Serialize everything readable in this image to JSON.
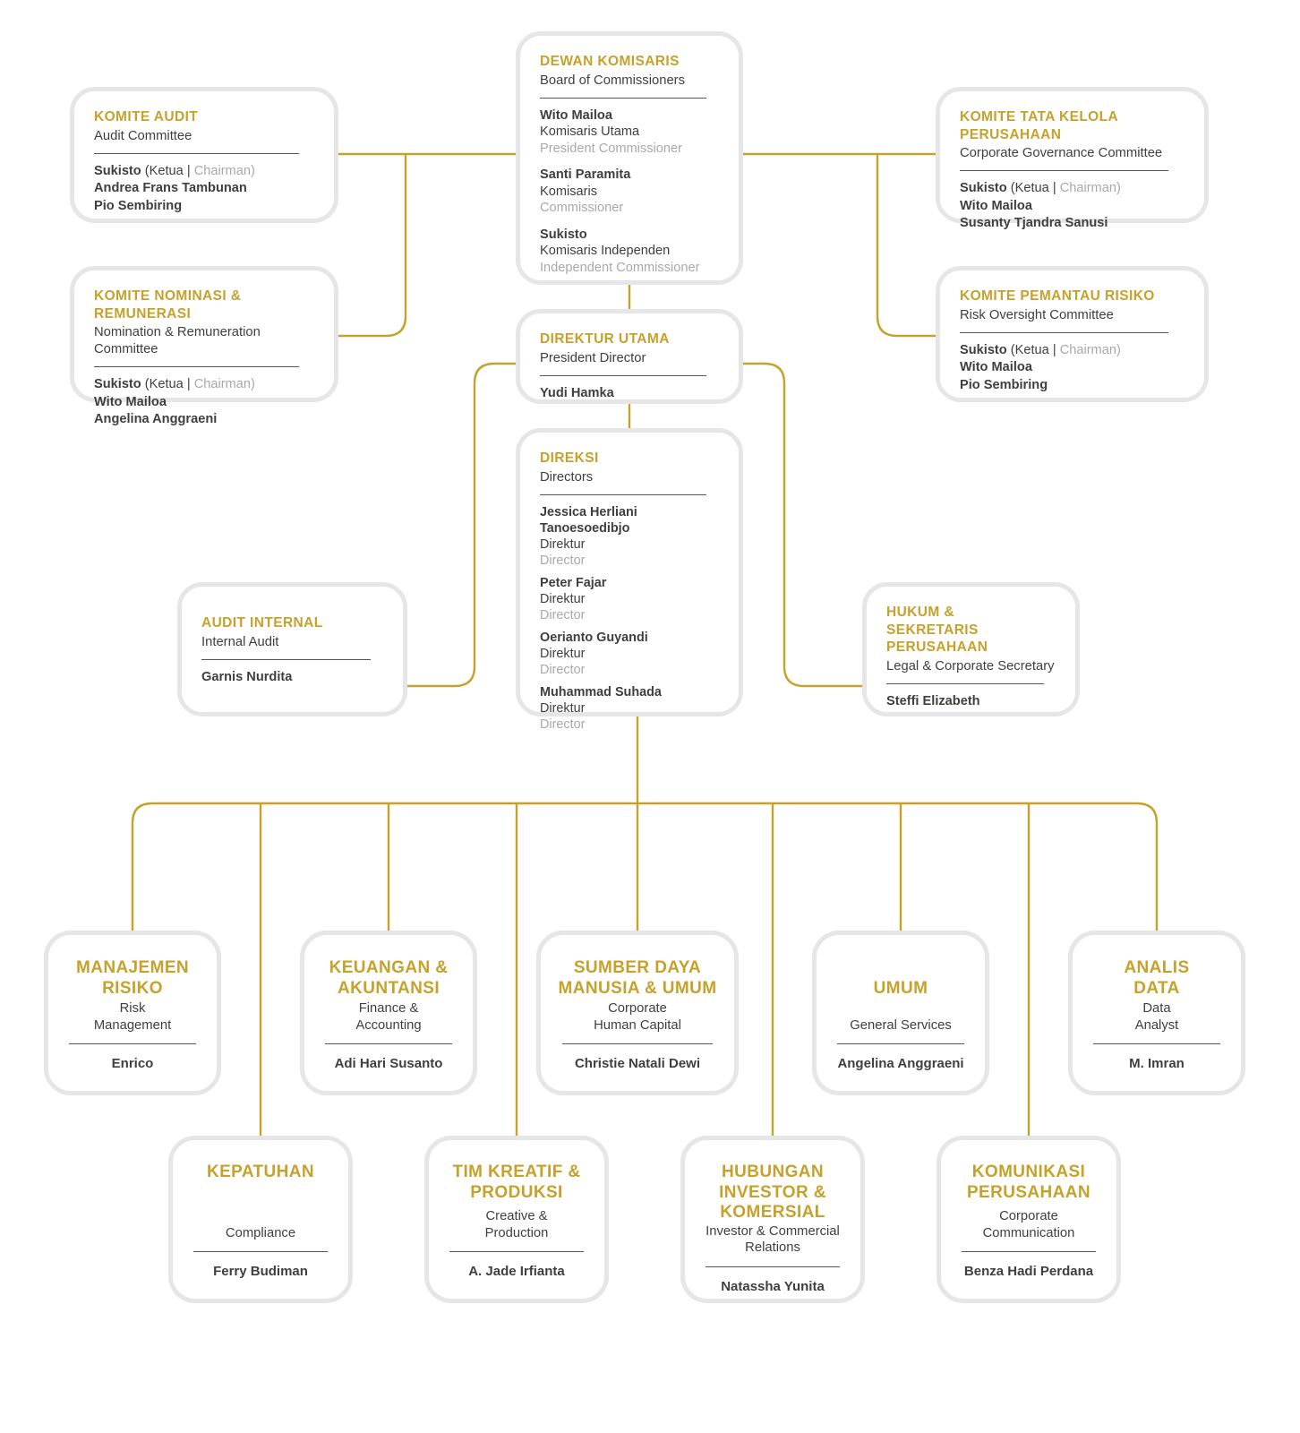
{
  "colors": {
    "gold": "#C6A12C",
    "dark": "#3F3F3E",
    "muted": "#A9A9AB",
    "border": "#E6E6E9"
  },
  "org": {
    "dewan_komisaris": {
      "title": "DEWAN KOMISARIS",
      "subtitle": "Board of Commissioners",
      "members": [
        {
          "name": "Wito Mailoa",
          "role_id": "Komisaris Utama",
          "role_en": "President Commissioner"
        },
        {
          "name": "Santi Paramita",
          "role_id": "Komisaris",
          "role_en": "Commissioner"
        },
        {
          "name": "Sukisto",
          "role_id": "Komisaris Independen",
          "role_en": "Independent Commissioner"
        }
      ]
    },
    "komite_audit": {
      "title": "KOMITE AUDIT",
      "subtitle": "Audit Committee",
      "chair": "Sukisto",
      "chair_note_id": "(Ketua |",
      "chair_note_en": "Chairman)",
      "members": [
        "Andrea Frans Tambunan",
        "Pio Sembiring"
      ]
    },
    "komite_nominasi": {
      "title": "KOMITE NOMINASI & REMUNERASI",
      "subtitle": "Nomination & Remuneration Committee",
      "chair": "Sukisto",
      "chair_note_id": "(Ketua |",
      "chair_note_en": "Chairman)",
      "members": [
        "Wito Mailoa",
        "Angelina Anggraeni"
      ]
    },
    "komite_tata_kelola": {
      "title": "KOMITE TATA KELOLA PERUSAHAAN",
      "subtitle": "Corporate Governance Committee",
      "chair": "Sukisto",
      "chair_note_id": "(Ketua |",
      "chair_note_en": "Chairman)",
      "members": [
        "Wito Mailoa",
        "Susanty Tjandra Sanusi"
      ]
    },
    "komite_pemantau": {
      "title": "KOMITE PEMANTAU RISIKO",
      "subtitle": "Risk Oversight Committee",
      "chair": "Sukisto",
      "chair_note_id": "(Ketua |",
      "chair_note_en": "Chairman)",
      "members": [
        "Wito Mailoa",
        "Pio Sembiring"
      ]
    },
    "direktur_utama": {
      "title": "DIREKTUR UTAMA",
      "subtitle": "President Director",
      "name": "Yudi Hamka"
    },
    "direksi": {
      "title": "DIREKSI",
      "subtitle": "Directors",
      "members": [
        {
          "name": "Jessica Herliani Tanoesoedibjo",
          "role_id": "Direktur",
          "role_en": "Director"
        },
        {
          "name": "Peter Fajar",
          "role_id": "Direktur",
          "role_en": "Director"
        },
        {
          "name": "Oerianto Guyandi",
          "role_id": "Direktur",
          "role_en": "Director"
        },
        {
          "name": "Muhammad Suhada",
          "role_id": "Direktur",
          "role_en": "Director"
        }
      ]
    },
    "audit_internal": {
      "title": "AUDIT INTERNAL",
      "subtitle": "Internal Audit",
      "name": "Garnis Nurdita"
    },
    "hukum_sekretaris": {
      "title": "HUKUM &\nSEKRETARIS PERUSAHAAN",
      "subtitle": "Legal & Corporate Secretary",
      "name": "Steffi Elizabeth"
    },
    "departments_row1": [
      {
        "title": "MANAJEMEN\nRISIKO",
        "subtitle": "Risk\nManagement",
        "name": "Enrico"
      },
      {
        "title": "KEUANGAN &\nAKUNTANSI",
        "subtitle": "Finance &\nAccounting",
        "name": "Adi Hari Susanto"
      },
      {
        "title": "SUMBER DAYA\nMANUSIA & UMUM",
        "subtitle": "Corporate\nHuman Capital",
        "name": "Christie Natali Dewi"
      },
      {
        "title": "UMUM",
        "subtitle": "General Services",
        "name": "Angelina Anggraeni"
      },
      {
        "title": "ANALIS\nDATA",
        "subtitle": "Data\nAnalyst",
        "name": "M. Imran"
      }
    ],
    "departments_row2": [
      {
        "title": "KEPATUHAN",
        "subtitle": "Compliance",
        "name": "Ferry Budiman"
      },
      {
        "title": "TIM KREATIF &\nPRODUKSI",
        "subtitle": "Creative &\nProduction",
        "name": "A. Jade Irfianta"
      },
      {
        "title": "HUBUNGAN\nINVESTOR &\nKOMERSIAL",
        "subtitle": "Investor & Commercial\nRelations",
        "name": "Natassha Yunita"
      },
      {
        "title": "KOMUNIKASI\nPERUSAHAAN",
        "subtitle": "Corporate\nCommunication",
        "name": "Benza Hadi Perdana"
      }
    ]
  }
}
